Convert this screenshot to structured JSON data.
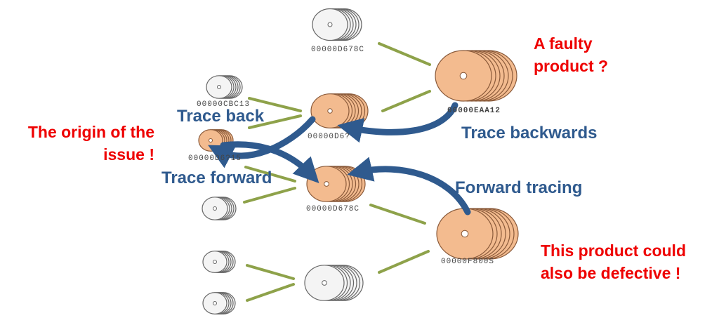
{
  "colors": {
    "link_line": "#8ea24a",
    "arrow": "#2f5a8e",
    "orange_fill": "#f3bb8f",
    "orange_stroke": "#8a5a3a",
    "white_fill": "#f4f4f4",
    "white_stroke": "#666666",
    "red_text": "#ee0000",
    "blue_text": "#2f5a8e"
  },
  "annotations": {
    "faulty_product": "A faulty\nproduct ?",
    "origin": "The origin of the\nissue !",
    "could_be_defective": "This product could\nalso be defective !",
    "trace_back": "Trace back",
    "trace_backwards": "Trace backwards",
    "trace_forward": "Trace forward",
    "forward_tracing": "Forward tracing"
  },
  "nodes": [
    {
      "id": "top",
      "label": "00000D678C",
      "highlighted": false
    },
    {
      "id": "cbc13",
      "label": "00000CBC13",
      "highlighted": false
    },
    {
      "id": "origin",
      "label": "00000D6?15",
      "highlighted": true
    },
    {
      "id": "mid_upper",
      "label": "00000D6?",
      "highlighted": true
    },
    {
      "id": "faulty",
      "label": "00000EAA12",
      "highlighted": true
    },
    {
      "id": "mid_lower",
      "label": "00000D678C",
      "highlighted": true
    },
    {
      "id": "defective",
      "label": "00000F800S",
      "highlighted": true
    },
    {
      "id": "left_mid",
      "label": "",
      "highlighted": false
    },
    {
      "id": "left_low1",
      "label": "",
      "highlighted": false
    },
    {
      "id": "left_low2",
      "label": "",
      "highlighted": false
    },
    {
      "id": "bottom_center",
      "label": "",
      "highlighted": false
    }
  ]
}
